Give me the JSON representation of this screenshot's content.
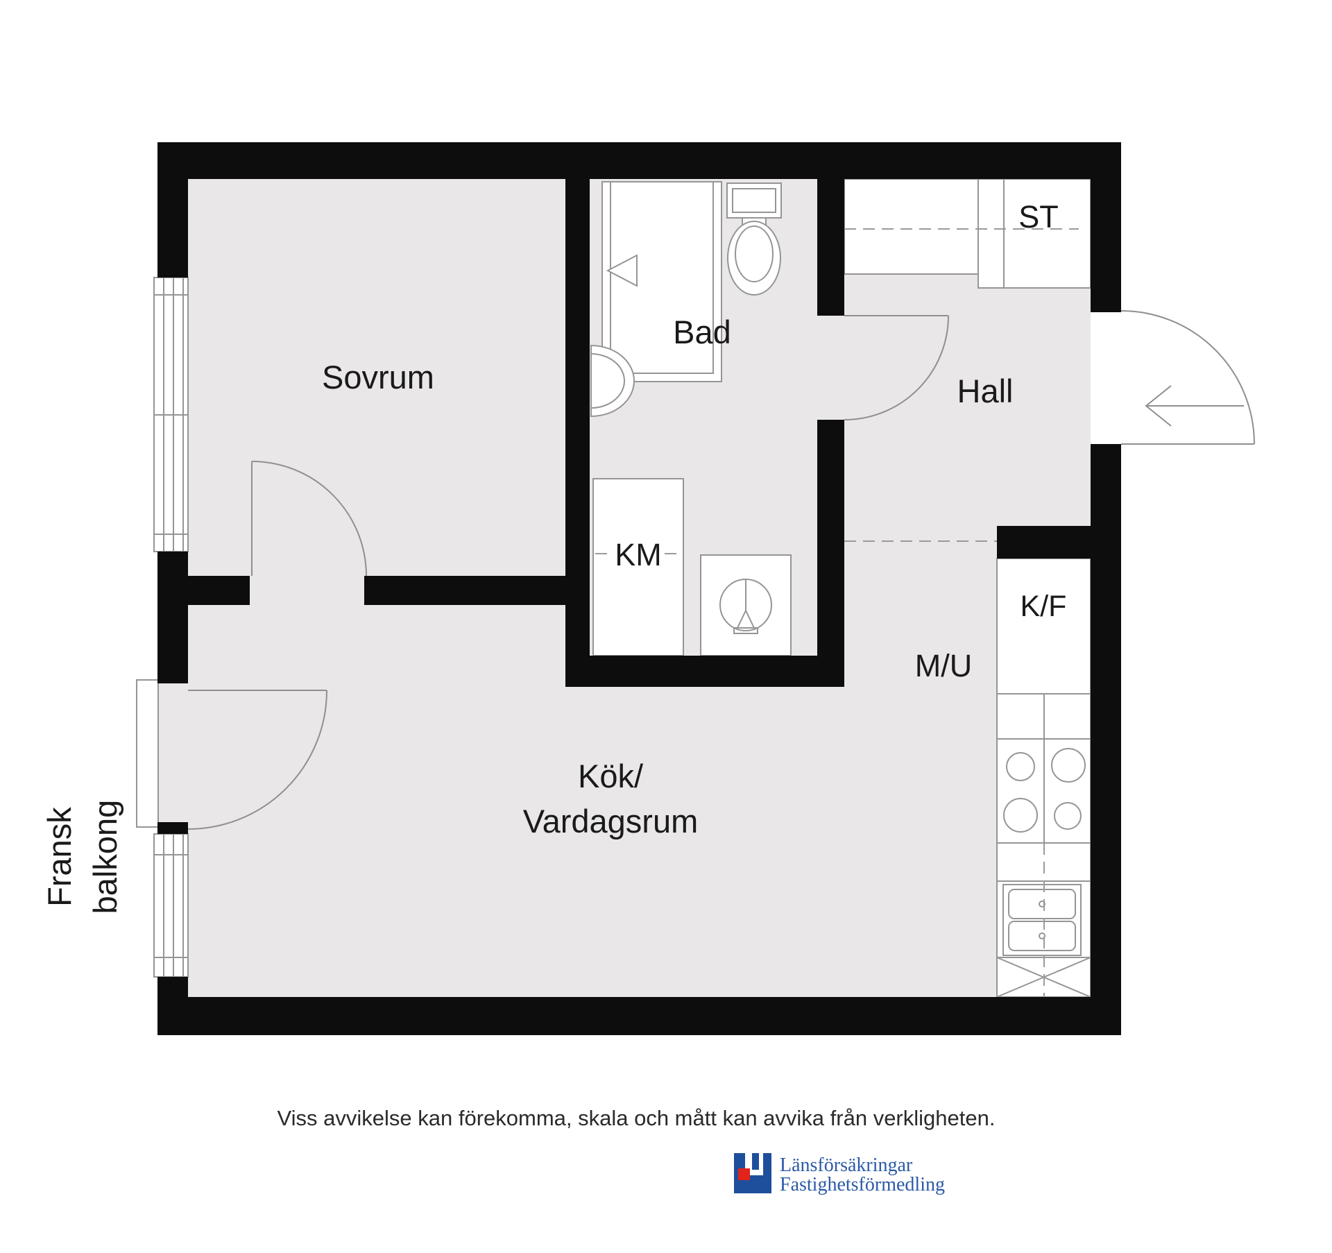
{
  "plan": {
    "rooms": {
      "sovrum": "Sovrum",
      "bad": "Bad",
      "hall": "Hall",
      "kok_line1": "Kök/",
      "kok_line2": "Vardagsrum"
    },
    "labels": {
      "st": "ST",
      "km": "KM",
      "kf": "K/F",
      "mu": "M/U"
    },
    "balcony": {
      "line1": "Fransk",
      "line2": "balkong"
    },
    "icons": {
      "toilet": "svg-shape",
      "shower": "svg-shape",
      "washbasin-round": "svg-shape",
      "bathroom-sink": "svg-shape",
      "stove-burners": "svg-shape",
      "kitchen-sink-double": "svg-shape",
      "counter-cross": "svg-shape",
      "entry-arrow": "svg-shape",
      "door-swing": "svg-shape",
      "wardrobe-dashed-rod": "svg-shape"
    },
    "colors": {
      "floor": "#eae7e8",
      "wall": "#0d0d0d",
      "fixture_stroke": "#959595",
      "door_stroke": "#8f8f8f",
      "dash_stroke": "#9a9a9a",
      "label": "#1a1a1a"
    }
  },
  "footer": {
    "disclaimer": "Viss avvikelse kan förekomma, skala och mått kan avvika från verkligheten.",
    "disclaimer_color": "#2a2a2a",
    "logo": {
      "line1": "Länsförsäkringar",
      "line2": "Fastighetsförmedling",
      "blue": "#1e4f9c",
      "red": "#e2231a",
      "text_color": "#2b5aa7"
    }
  }
}
